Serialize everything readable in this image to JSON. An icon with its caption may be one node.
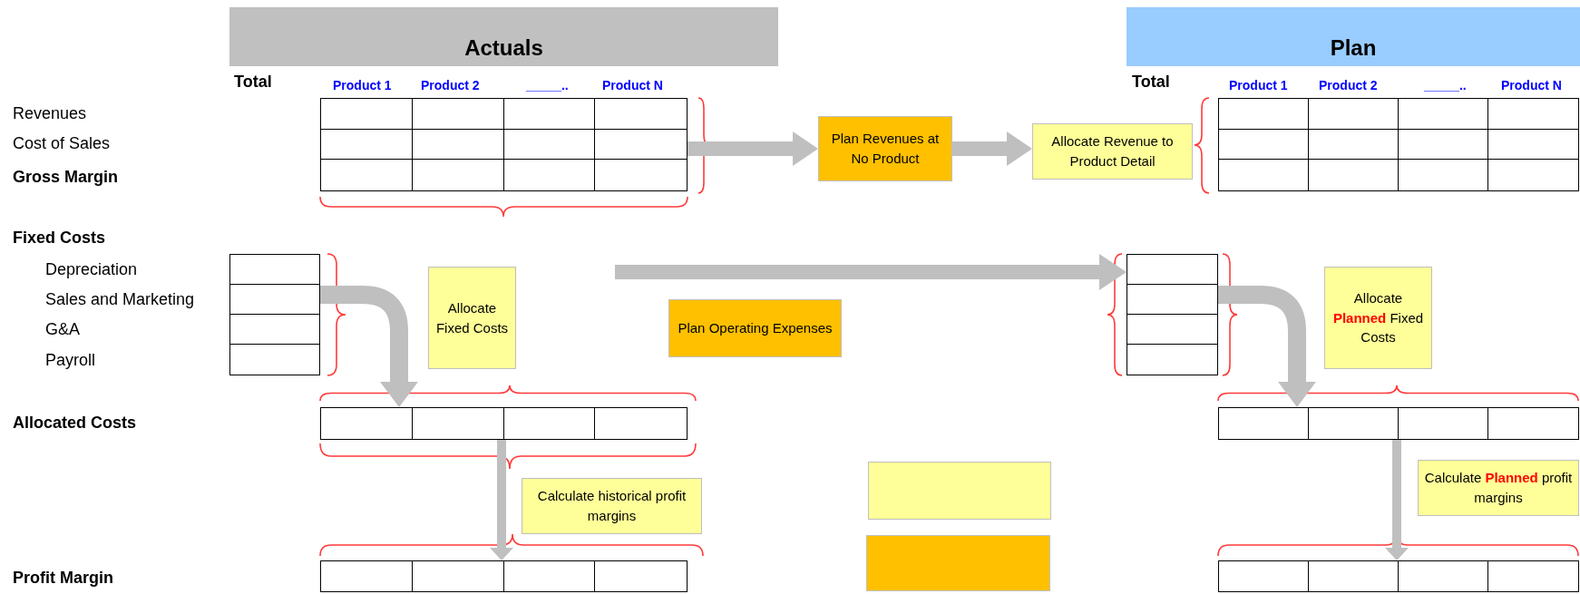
{
  "diagram": {
    "nodes": [
      {
        "text": [
          "Actuals"
        ]
      },
      {
        "text": [
          "Plan"
        ]
      },
      {
        "text": [],
        "shape": "table"
      },
      {
        "text": [
          "Plan Revenues at No Product"
        ]
      },
      {
        "text": [
          "Allocate Revenue to Product Detail"
        ]
      },
      {
        "text": [],
        "shape": "table"
      },
      {
        "text": [],
        "shape": "table"
      },
      {
        "text": [
          "Allocate Fixed Costs"
        ]
      },
      {
        "text": [
          "Plan Operating Expenses"
        ]
      },
      {
        "text": [],
        "shape": "table"
      },
      {
        "text": [
          "Allocate **Planned** Fixed Costs"
        ]
      },
      {
        "text": [],
        "shape": "table"
      },
      {
        "text": [],
        "shape": "table"
      },
      {
        "text": [
          "Calculate historical profit margins"
        ]
      },
      {
        "text": [
          "Calculate **Planned** profit margins"
        ]
      },
      {
        "text": [],
        "shape": "box"
      },
      {
        "text": [],
        "shape": "box"
      },
      {
        "text": [],
        "shape": "table"
      },
      {
        "text": [],
        "shape": "table"
      }
    ],
    "edges": [
      {
        "from": 2,
        "to": 3,
        "arrow": "to"
      },
      {
        "from": 3,
        "to": 4,
        "arrow": "to"
      },
      {
        "from": null,
        "to": 9,
        "arrow": "to"
      },
      {
        "from": 6,
        "to": 11,
        "arrow": "to"
      },
      {
        "from": 9,
        "to": 12,
        "arrow": "to"
      },
      {
        "from": 11,
        "to": 17,
        "arrow": "to"
      },
      {
        "from": 12,
        "to": 18,
        "arrow": "to"
      }
    ],
    "labels": [
      "Total",
      "Product 1",
      "Product 2",
      "_____..",
      "Product N",
      "Total",
      "Product 1",
      "Product 2",
      "_____..",
      "Product N",
      "Revenues",
      "Cost of Sales",
      "Gross Margin",
      "Fixed Costs",
      "Depreciation",
      "Sales and Marketing",
      "G&A",
      "Payroll",
      "Allocated Costs",
      "Profit Margin"
    ]
  }
}
